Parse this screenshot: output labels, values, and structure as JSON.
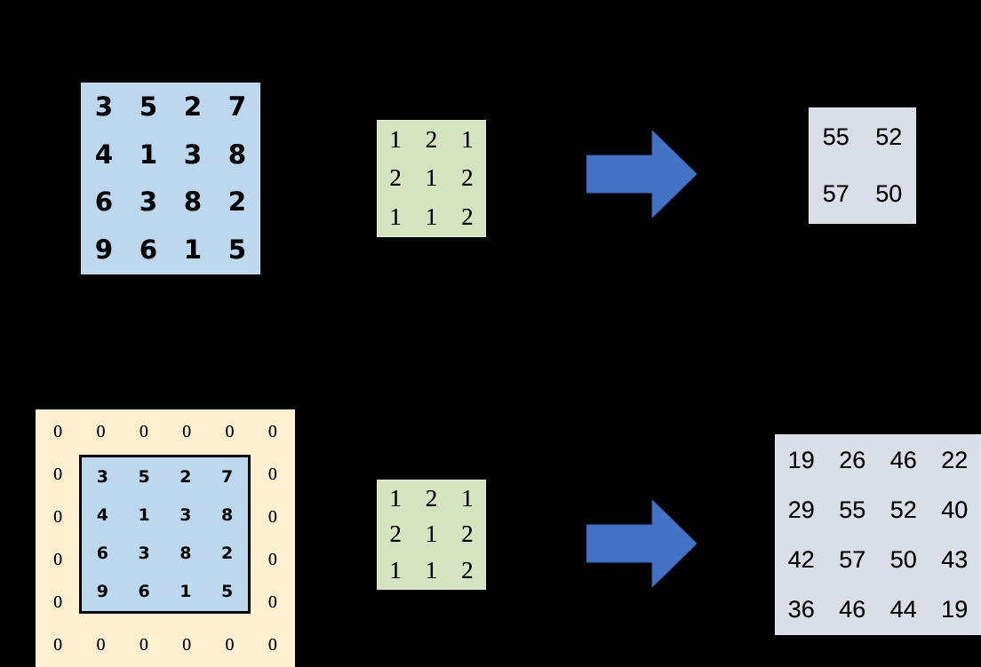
{
  "figure": {
    "background_color": "#000000",
    "accent_arrow_color": "#4472C4",
    "input_color": "#BDD7EE",
    "kernel_color": "#D5E3C0",
    "output_color": "#D9DEE8",
    "padding_color": "#FDEFD0"
  },
  "top_row": {
    "input_matrix": {
      "label": "input-matrix",
      "rows": 4,
      "cols": 4,
      "values": [
        [
          "3",
          "5",
          "2",
          "7"
        ],
        [
          "4",
          "1",
          "3",
          "8"
        ],
        [
          "6",
          "3",
          "8",
          "2"
        ],
        [
          "9",
          "6",
          "1",
          "5"
        ]
      ]
    },
    "kernel_matrix": {
      "label": "kernel-matrix",
      "rows": 3,
      "cols": 3,
      "values": [
        [
          "1",
          "2",
          "1"
        ],
        [
          "2",
          "1",
          "2"
        ],
        [
          "1",
          "1",
          "2"
        ]
      ]
    },
    "arrow": {
      "label": "right-arrow",
      "color": "#4472C4"
    },
    "output_matrix": {
      "label": "output-matrix",
      "rows": 2,
      "cols": 2,
      "values": [
        [
          "55",
          "52"
        ],
        [
          "57",
          "50"
        ]
      ]
    }
  },
  "bottom_row": {
    "padded_matrix": {
      "label": "zero-padded-input-matrix",
      "rows": 6,
      "cols": 6,
      "values": [
        [
          "0",
          "0",
          "0",
          "0",
          "0",
          "0"
        ],
        [
          "0",
          "3",
          "5",
          "2",
          "7",
          "0"
        ],
        [
          "0",
          "4",
          "1",
          "3",
          "8",
          "0"
        ],
        [
          "0",
          "6",
          "3",
          "8",
          "2",
          "0"
        ],
        [
          "0",
          "9",
          "6",
          "1",
          "5",
          "0"
        ],
        [
          "0",
          "0",
          "0",
          "0",
          "0",
          "0"
        ]
      ],
      "inner_values": [
        [
          "3",
          "5",
          "2",
          "7"
        ],
        [
          "4",
          "1",
          "3",
          "8"
        ],
        [
          "6",
          "3",
          "8",
          "2"
        ],
        [
          "9",
          "6",
          "1",
          "5"
        ]
      ]
    },
    "kernel_matrix": {
      "label": "kernel-matrix",
      "rows": 3,
      "cols": 3,
      "values": [
        [
          "1",
          "2",
          "1"
        ],
        [
          "2",
          "1",
          "2"
        ],
        [
          "1",
          "1",
          "2"
        ]
      ]
    },
    "arrow": {
      "label": "right-arrow",
      "color": "#4472C4"
    },
    "output_matrix": {
      "label": "output-matrix",
      "rows": 4,
      "cols": 4,
      "values": [
        [
          "19",
          "26",
          "46",
          "22"
        ],
        [
          "29",
          "55",
          "52",
          "40"
        ],
        [
          "42",
          "57",
          "50",
          "43"
        ],
        [
          "36",
          "46",
          "44",
          "19"
        ]
      ]
    }
  }
}
